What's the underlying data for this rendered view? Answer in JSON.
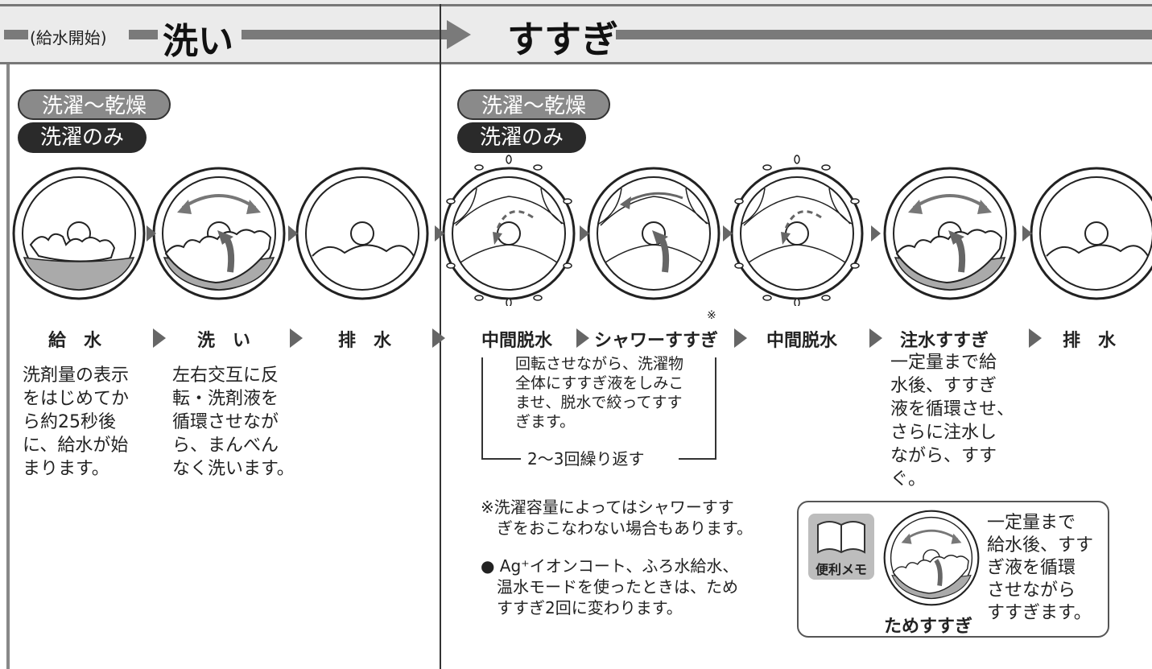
{
  "header": {
    "supply_start": "(給水開始)",
    "wash_title": "洗い",
    "rinse_title": "すすぎ"
  },
  "wash": {
    "pill_full": "洗濯〜乾燥",
    "pill_wash_only": "洗濯のみ",
    "steps": [
      "給　水",
      "洗　い",
      "排　水"
    ],
    "desc_supply": [
      "洗剤量の表示",
      "をはじめてか",
      "ら約25秒後",
      "に、給水が始",
      "まります。"
    ],
    "desc_wash": [
      "左右交互に反",
      "転・洗剤液を",
      "循環させなが",
      "ら、まんべん",
      "なく洗います。"
    ]
  },
  "rinse": {
    "pill_full": "洗濯〜乾燥",
    "pill_wash_only": "洗濯のみ",
    "steps": [
      "中間脱水",
      "シャワーすすぎ",
      "中間脱水",
      "注水すすぎ",
      "排　水"
    ],
    "asterisk": "※",
    "shower_desc": [
      "回転させながら、洗濯物",
      "全体にすすぎ液をしみこ",
      "ませ、脱水で絞ってすす",
      "ぎます。"
    ],
    "repeat": "2〜3回繰り返す",
    "inject_desc": [
      "一定量まで給",
      "水後、すすぎ",
      "液を循環させ、",
      "さらに注水し",
      "ながら、すす",
      "ぐ。"
    ],
    "note_asterisk": [
      "※洗濯容量によってはシャワーすす",
      "　ぎをおこなわない場合もあります。"
    ],
    "note_bullet": [
      "● Ag⁺イオンコート、ふろ水給水、",
      "　温水モードを使ったときは、ため",
      "　すすぎ2回に変わります。"
    ]
  },
  "memo": {
    "label": "便利メモ",
    "title": "ためすすぎ",
    "desc": [
      "一定量まで",
      "給水後、すす",
      "ぎ液を循環",
      "させながら",
      "すすぎます。"
    ]
  }
}
